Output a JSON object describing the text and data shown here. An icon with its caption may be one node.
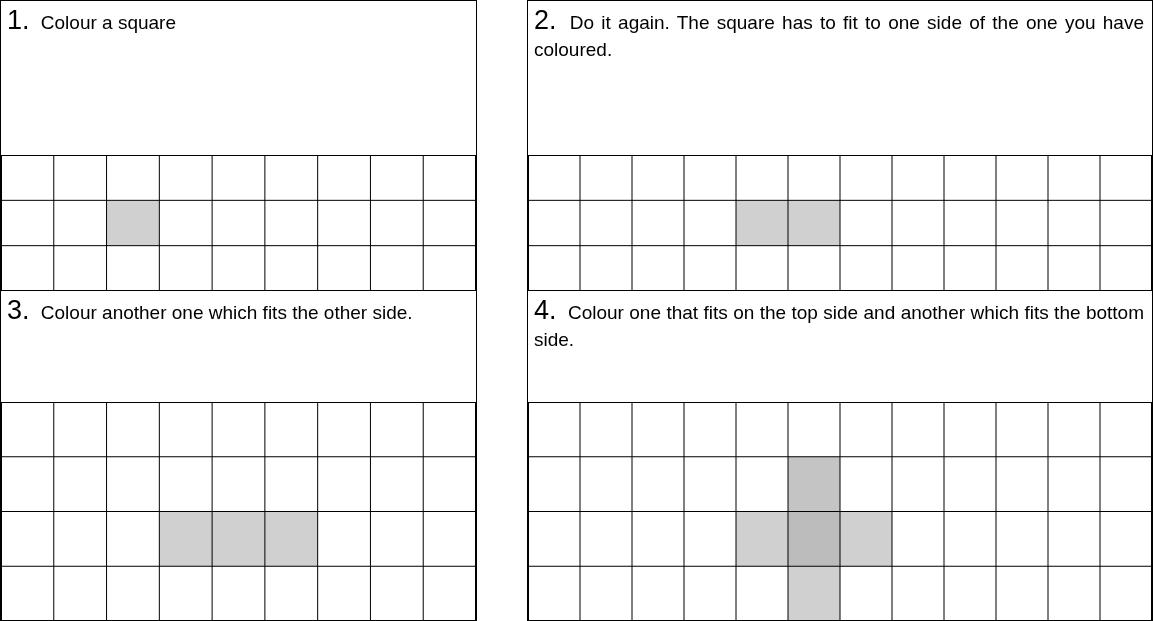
{
  "diagram": {
    "nodes": [
      {
        "text": [
          "1.",
          "Colour a square"
        ]
      },
      {
        "text": [
          "2.",
          "Do it again. The square has to fit to one side of the one you have coloured."
        ]
      },
      {
        "text": [
          "3.",
          "Colour another one which fits the other side."
        ]
      },
      {
        "text": [
          "4.",
          "Colour one that fits on the top side and another which fits the bottom side."
        ]
      }
    ]
  }
}
